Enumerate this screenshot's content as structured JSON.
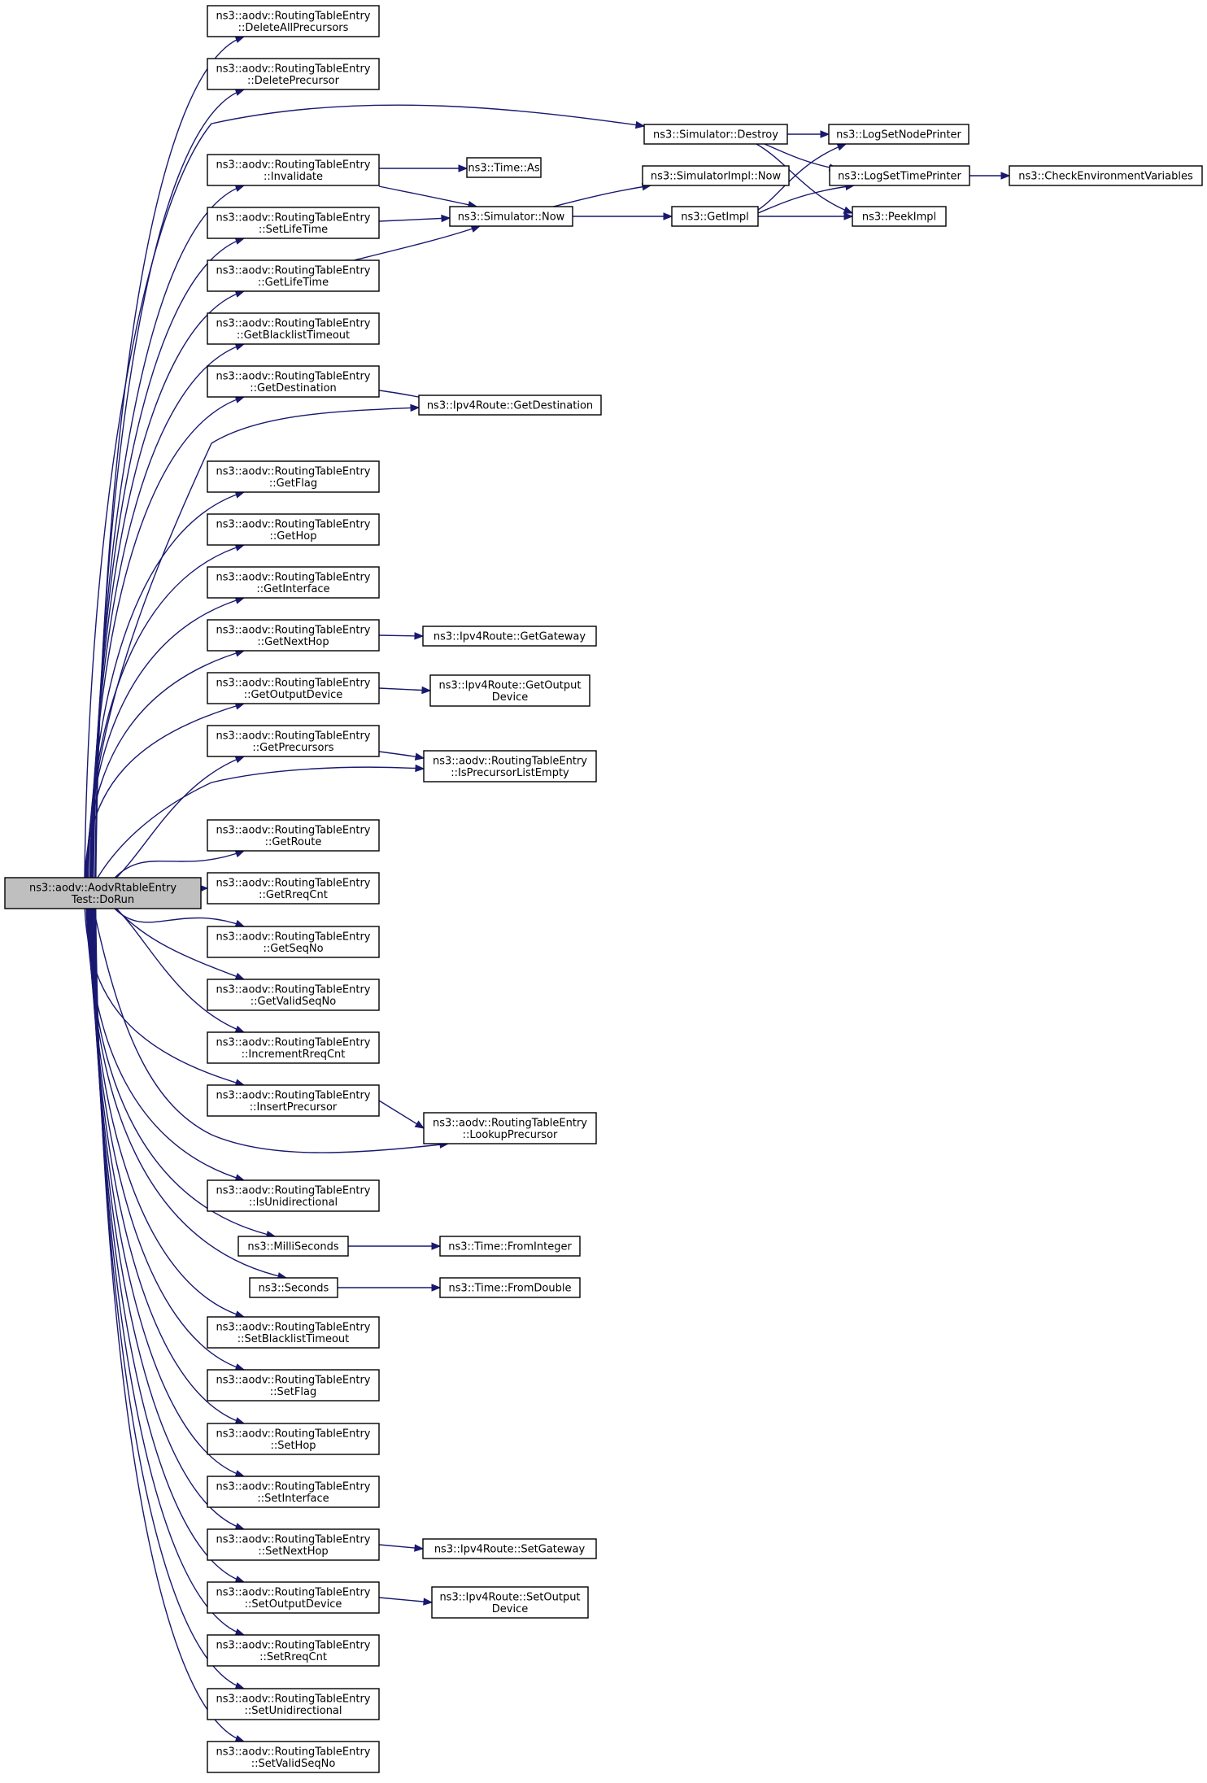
{
  "colors": {
    "edge": "#191970",
    "root_fill": "#bfbfbf",
    "node_border": "#000000",
    "truncated_border": "#ff0000"
  },
  "nodes": [
    {
      "id": "root",
      "lines": [
        "ns3::aodv::AodvRtableEntry",
        "Test::DoRun"
      ],
      "root": true
    },
    {
      "id": "delall",
      "lines": [
        "ns3::aodv::RoutingTableEntry",
        "::DeleteAllPrecursors"
      ]
    },
    {
      "id": "delprec",
      "lines": [
        "ns3::aodv::RoutingTableEntry",
        "::DeletePrecursor"
      ]
    },
    {
      "id": "destroy",
      "lines": [
        "ns3::Simulator::Destroy"
      ]
    },
    {
      "id": "lognode",
      "lines": [
        "ns3::LogSetNodePrinter"
      ]
    },
    {
      "id": "invalidate",
      "lines": [
        "ns3::aodv::RoutingTableEntry",
        "::Invalidate"
      ]
    },
    {
      "id": "timeas",
      "lines": [
        "ns3::Time::As"
      ]
    },
    {
      "id": "implnow",
      "lines": [
        "ns3::SimulatorImpl::Now"
      ]
    },
    {
      "id": "logtime",
      "lines": [
        "ns3::LogSetTimePrinter"
      ]
    },
    {
      "id": "checkenv",
      "lines": [
        "ns3::CheckEnvironmentVariables"
      ],
      "truncated": true
    },
    {
      "id": "setlife",
      "lines": [
        "ns3::aodv::RoutingTableEntry",
        "::SetLifeTime"
      ]
    },
    {
      "id": "simnow",
      "lines": [
        "ns3::Simulator::Now"
      ]
    },
    {
      "id": "getimpl",
      "lines": [
        "ns3::GetImpl"
      ],
      "truncated": true
    },
    {
      "id": "peekimpl",
      "lines": [
        "ns3::PeekImpl"
      ]
    },
    {
      "id": "getlife",
      "lines": [
        "ns3::aodv::RoutingTableEntry",
        "::GetLifeTime"
      ]
    },
    {
      "id": "getbl",
      "lines": [
        "ns3::aodv::RoutingTableEntry",
        "::GetBlacklistTimeout"
      ]
    },
    {
      "id": "getdest",
      "lines": [
        "ns3::aodv::RoutingTableEntry",
        "::GetDestination"
      ]
    },
    {
      "id": "ipv4dest",
      "lines": [
        "ns3::Ipv4Route::GetDestination"
      ]
    },
    {
      "id": "getflag",
      "lines": [
        "ns3::aodv::RoutingTableEntry",
        "::GetFlag"
      ]
    },
    {
      "id": "gethop",
      "lines": [
        "ns3::aodv::RoutingTableEntry",
        "::GetHop"
      ]
    },
    {
      "id": "getif",
      "lines": [
        "ns3::aodv::RoutingTableEntry",
        "::GetInterface"
      ]
    },
    {
      "id": "getnh",
      "lines": [
        "ns3::aodv::RoutingTableEntry",
        "::GetNextHop"
      ]
    },
    {
      "id": "ipv4gw",
      "lines": [
        "ns3::Ipv4Route::GetGateway"
      ]
    },
    {
      "id": "getod",
      "lines": [
        "ns3::aodv::RoutingTableEntry",
        "::GetOutputDevice"
      ]
    },
    {
      "id": "ipv4od",
      "lines": [
        "ns3::Ipv4Route::GetOutput",
        "Device"
      ]
    },
    {
      "id": "getprec",
      "lines": [
        "ns3::aodv::RoutingTableEntry",
        "::GetPrecursors"
      ]
    },
    {
      "id": "isprec",
      "lines": [
        "ns3::aodv::RoutingTableEntry",
        "::IsPrecursorListEmpty"
      ]
    },
    {
      "id": "getroute",
      "lines": [
        "ns3::aodv::RoutingTableEntry",
        "::GetRoute"
      ]
    },
    {
      "id": "getrreq",
      "lines": [
        "ns3::aodv::RoutingTableEntry",
        "::GetRreqCnt"
      ]
    },
    {
      "id": "getseq",
      "lines": [
        "ns3::aodv::RoutingTableEntry",
        "::GetSeqNo"
      ]
    },
    {
      "id": "getvseq",
      "lines": [
        "ns3::aodv::RoutingTableEntry",
        "::GetValidSeqNo"
      ]
    },
    {
      "id": "incrreq",
      "lines": [
        "ns3::aodv::RoutingTableEntry",
        "::IncrementRreqCnt"
      ]
    },
    {
      "id": "insprec",
      "lines": [
        "ns3::aodv::RoutingTableEntry",
        "::InsertPrecursor"
      ]
    },
    {
      "id": "lookprec",
      "lines": [
        "ns3::aodv::RoutingTableEntry",
        "::LookupPrecursor"
      ]
    },
    {
      "id": "isuni",
      "lines": [
        "ns3::aodv::RoutingTableEntry",
        "::IsUnidirectional"
      ]
    },
    {
      "id": "ms",
      "lines": [
        "ns3::MilliSeconds"
      ]
    },
    {
      "id": "fromint",
      "lines": [
        "ns3::Time::FromInteger"
      ],
      "truncated": true
    },
    {
      "id": "sec",
      "lines": [
        "ns3::Seconds"
      ]
    },
    {
      "id": "fromdbl",
      "lines": [
        "ns3::Time::FromDouble"
      ],
      "truncated": true
    },
    {
      "id": "setbl",
      "lines": [
        "ns3::aodv::RoutingTableEntry",
        "::SetBlacklistTimeout"
      ]
    },
    {
      "id": "setflag",
      "lines": [
        "ns3::aodv::RoutingTableEntry",
        "::SetFlag"
      ]
    },
    {
      "id": "sethop",
      "lines": [
        "ns3::aodv::RoutingTableEntry",
        "::SetHop"
      ]
    },
    {
      "id": "setif",
      "lines": [
        "ns3::aodv::RoutingTableEntry",
        "::SetInterface"
      ]
    },
    {
      "id": "setnh",
      "lines": [
        "ns3::aodv::RoutingTableEntry",
        "::SetNextHop"
      ]
    },
    {
      "id": "ipv4setgw",
      "lines": [
        "ns3::Ipv4Route::SetGateway"
      ]
    },
    {
      "id": "setod",
      "lines": [
        "ns3::aodv::RoutingTableEntry",
        "::SetOutputDevice"
      ]
    },
    {
      "id": "ipv4setod",
      "lines": [
        "ns3::Ipv4Route::SetOutput",
        "Device"
      ]
    },
    {
      "id": "setrreq",
      "lines": [
        "ns3::aodv::RoutingTableEntry",
        "::SetRreqCnt"
      ]
    },
    {
      "id": "setuni",
      "lines": [
        "ns3::aodv::RoutingTableEntry",
        "::SetUnidirectional"
      ]
    },
    {
      "id": "setvseq",
      "lines": [
        "ns3::aodv::RoutingTableEntry",
        "::SetValidSeqNo"
      ]
    }
  ],
  "edges": [
    [
      "root",
      "delall"
    ],
    [
      "root",
      "delprec"
    ],
    [
      "root",
      "destroy"
    ],
    [
      "root",
      "invalidate"
    ],
    [
      "root",
      "setlife"
    ],
    [
      "root",
      "getlife"
    ],
    [
      "root",
      "getbl"
    ],
    [
      "root",
      "getdest"
    ],
    [
      "root",
      "ipv4dest"
    ],
    [
      "root",
      "getflag"
    ],
    [
      "root",
      "gethop"
    ],
    [
      "root",
      "getif"
    ],
    [
      "root",
      "getnh"
    ],
    [
      "root",
      "getod"
    ],
    [
      "root",
      "getprec"
    ],
    [
      "root",
      "isprec"
    ],
    [
      "root",
      "getroute"
    ],
    [
      "root",
      "getrreq"
    ],
    [
      "root",
      "getseq"
    ],
    [
      "root",
      "getvseq"
    ],
    [
      "root",
      "incrreq"
    ],
    [
      "root",
      "insprec"
    ],
    [
      "root",
      "lookprec"
    ],
    [
      "root",
      "isuni"
    ],
    [
      "root",
      "ms"
    ],
    [
      "root",
      "sec"
    ],
    [
      "root",
      "setbl"
    ],
    [
      "root",
      "setflag"
    ],
    [
      "root",
      "sethop"
    ],
    [
      "root",
      "setif"
    ],
    [
      "root",
      "setnh"
    ],
    [
      "root",
      "setod"
    ],
    [
      "root",
      "setrreq"
    ],
    [
      "root",
      "setuni"
    ],
    [
      "root",
      "setvseq"
    ],
    [
      "destroy",
      "lognode"
    ],
    [
      "destroy",
      "logtime"
    ],
    [
      "destroy",
      "peekimpl"
    ],
    [
      "invalidate",
      "timeas"
    ],
    [
      "invalidate",
      "simnow"
    ],
    [
      "setlife",
      "simnow"
    ],
    [
      "getlife",
      "simnow"
    ],
    [
      "simnow",
      "implnow"
    ],
    [
      "simnow",
      "getimpl"
    ],
    [
      "getimpl",
      "lognode"
    ],
    [
      "getimpl",
      "logtime"
    ],
    [
      "getimpl",
      "peekimpl"
    ],
    [
      "logtime",
      "checkenv"
    ],
    [
      "getdest",
      "ipv4dest"
    ],
    [
      "getnh",
      "ipv4gw"
    ],
    [
      "getod",
      "ipv4od"
    ],
    [
      "getprec",
      "isprec"
    ],
    [
      "insprec",
      "lookprec"
    ],
    [
      "ms",
      "fromint"
    ],
    [
      "sec",
      "fromdbl"
    ],
    [
      "setnh",
      "ipv4setgw"
    ],
    [
      "setod",
      "ipv4setod"
    ]
  ]
}
